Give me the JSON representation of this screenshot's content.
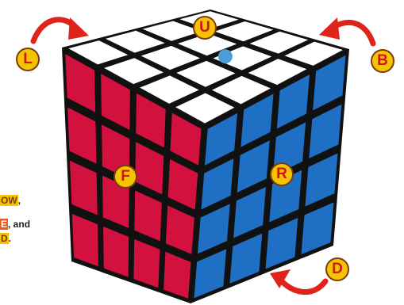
{
  "labels": {
    "up": "U",
    "left": "L",
    "back": "B",
    "front": "F",
    "right": "R",
    "down": "D"
  },
  "side_text": {
    "line1_highlight": "OW",
    "line1_rest": ",",
    "line2_highlight": "E",
    "line2_rest": ", and",
    "line3_highlight": "D",
    "line3_rest": "."
  },
  "colors": {
    "top": "#ffffff",
    "front": "#d3113f",
    "right": "#1f6fc4",
    "plastic": "#111111",
    "arrow": "#e0231b",
    "badge": "#f5c400"
  }
}
